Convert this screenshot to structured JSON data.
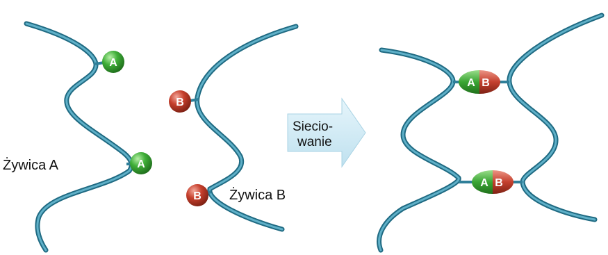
{
  "labels": {
    "resin_a": "Żywica A",
    "resin_b": "Żywica B",
    "arrow_line1": "Siecio-",
    "arrow_line2": "wanie"
  },
  "groups": {
    "a": "A",
    "b": "B"
  },
  "colors": {
    "strand": "#2f7f99",
    "group_a": "#3aa534",
    "group_b": "#c4402e",
    "arrow_fill": "#d2ecf6"
  }
}
